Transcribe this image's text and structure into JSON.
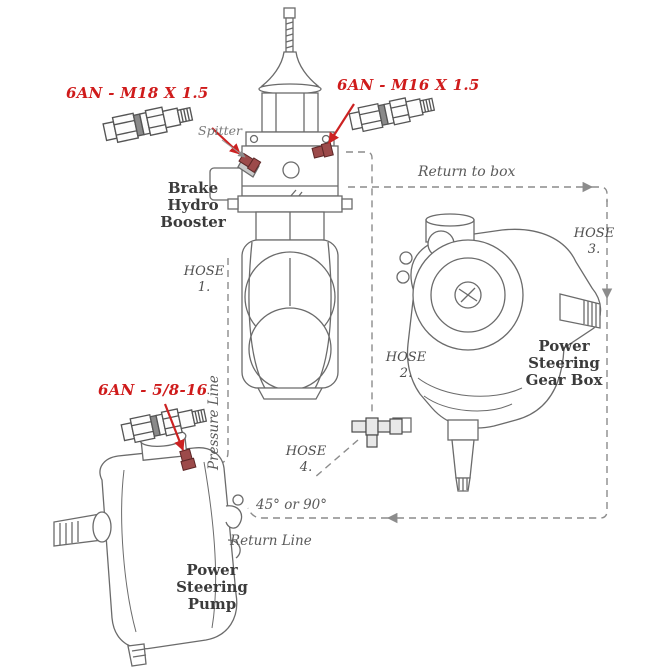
{
  "diagram": {
    "annotations": {
      "fitting_top_left": "6AN - M18 X 1.5",
      "fitting_top_right": "6AN - M16 X 1.5",
      "fitting_pump": "6AN - 5/8-16",
      "spitter": "Spitter",
      "return_to_box": "Return to box",
      "pressure_line": "Pressure Line",
      "return_line": "Return Line",
      "angle_note": "45° or 90°"
    },
    "components": {
      "brake_booster": "Brake\nHydro\nBooster",
      "gear_box": "Power\nSteering\nGear Box",
      "pump": "Power\nSteering\nPump"
    },
    "hoses": {
      "hose1": "HOSE\n1.",
      "hose2": "HOSE\n2.",
      "hose3": "HOSE\n3.",
      "hose4": "HOSE\n4."
    },
    "colors": {
      "accent_red": "#cf1b1b",
      "line_gray": "#6b6b6b",
      "dash_gray": "#8c8c8c"
    },
    "icons": {
      "an_fitting": "an-fitting-coupler",
      "gray_arrow": "flow-direction-arrow",
      "red_arrow": "fitting-pointer-arrow"
    }
  }
}
